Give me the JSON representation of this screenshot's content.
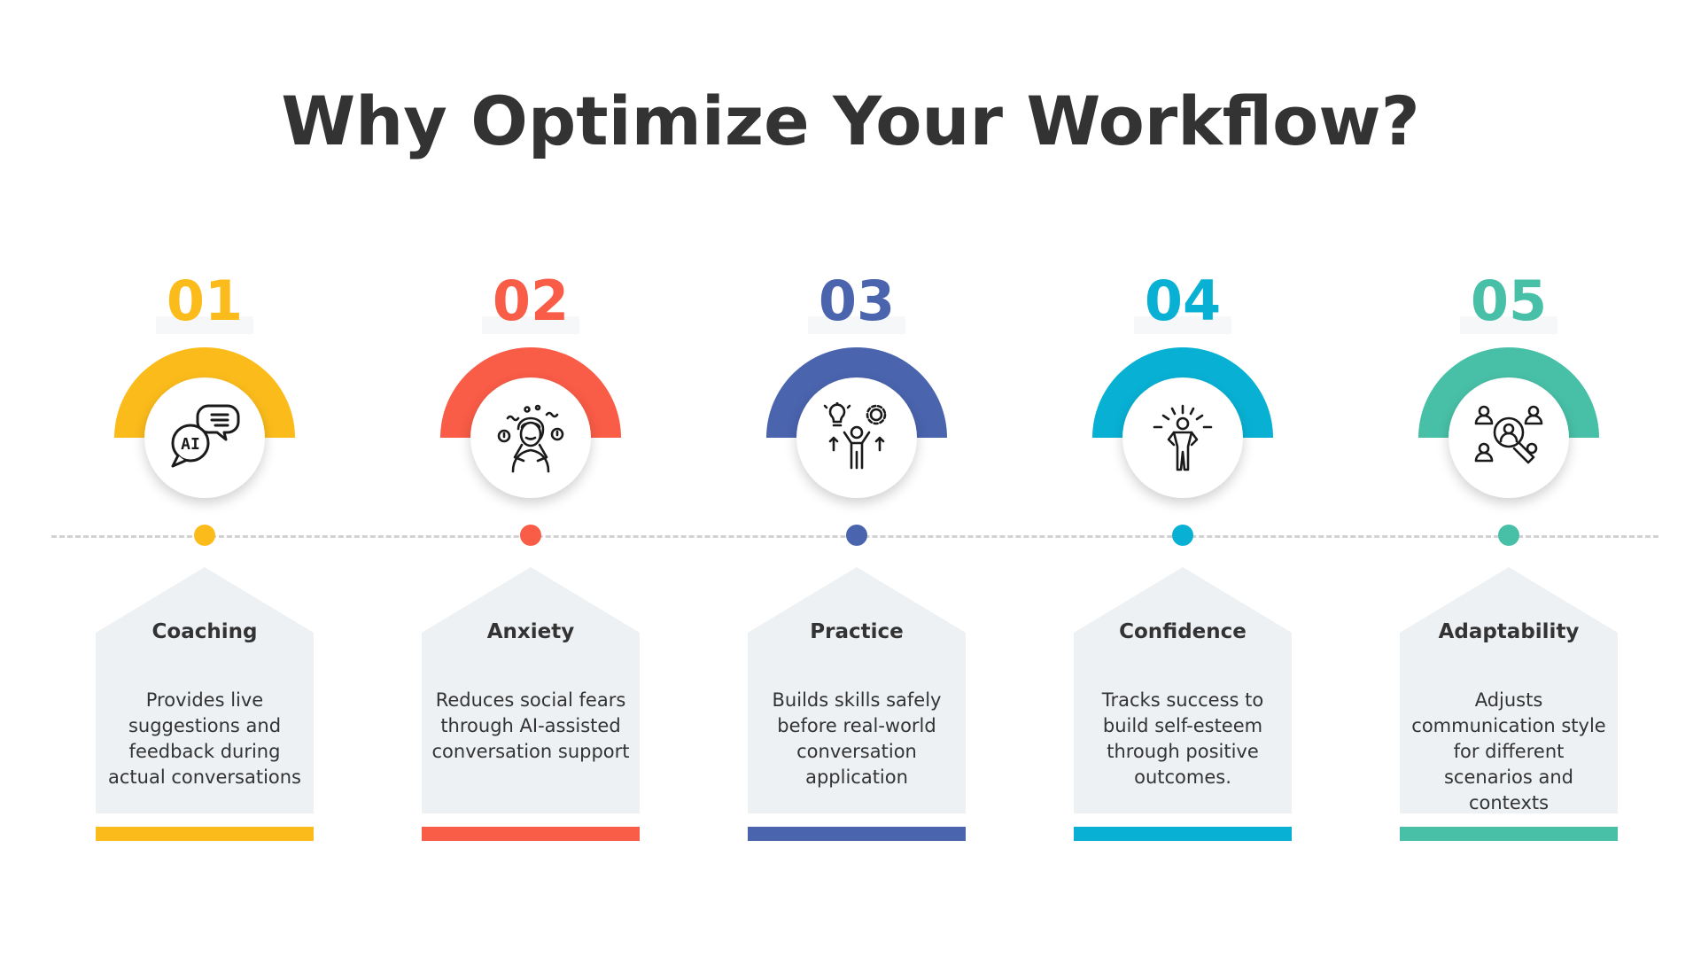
{
  "title": "Why Optimize Your Workflow?",
  "steps": [
    {
      "number": "01",
      "title": "Coaching",
      "description": "Provides live suggestions and feedback during actual conversations",
      "color": "#fbbc1b",
      "icon": "ai-chat-bubbles-icon",
      "icon_text": "AI"
    },
    {
      "number": "02",
      "title": "Anxiety",
      "description": "Reduces social fears through AI-assisted conversation support",
      "color": "#f95c47",
      "icon": "anxious-person-icon"
    },
    {
      "number": "03",
      "title": "Practice",
      "description": "Builds skills safely before real-world conversation application",
      "color": "#4a64ae",
      "icon": "person-idea-gear-icon"
    },
    {
      "number": "04",
      "title": "Confidence",
      "description": "Tracks success to build self-esteem through positive outcomes.",
      "color": "#08b1d4",
      "icon": "confident-person-icon"
    },
    {
      "number": "05",
      "title": "Adaptability",
      "description": "Adjusts communication style for different scenarios and contexts",
      "color": "#48c0a7",
      "icon": "people-search-icon"
    }
  ]
}
